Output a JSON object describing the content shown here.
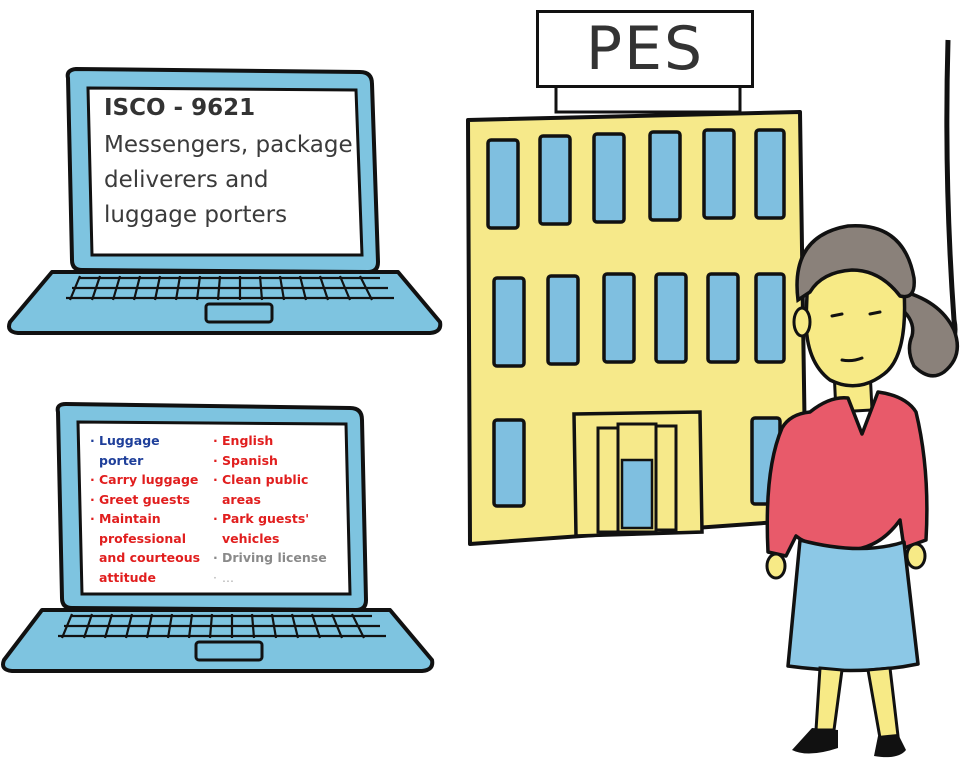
{
  "building": {
    "sign": "PES"
  },
  "laptop_top": {
    "code": "ISCO - 9621",
    "title": "Messengers, package deliverers and luggage porters"
  },
  "laptop_bottom": {
    "col1": [
      {
        "text": "Luggage porter",
        "color": "#1f3f9a"
      },
      {
        "text": "Carry luggage",
        "color": "#e11e1e"
      },
      {
        "text": "Greet guests",
        "color": "#e11e1e"
      },
      {
        "text": "Maintain professional and courteous attitude",
        "color": "#e11e1e"
      }
    ],
    "col2": [
      {
        "text": "English",
        "color": "#e11e1e"
      },
      {
        "text": "Spanish",
        "color": "#e11e1e"
      },
      {
        "text": "Clean public areas",
        "color": "#e11e1e"
      },
      {
        "text": "Park guests' vehicles",
        "color": "#e11e1e"
      },
      {
        "text": "Driving license",
        "color": "#8a8a8a"
      },
      {
        "text": "...",
        "color": "#b0b0b0"
      }
    ]
  },
  "colors": {
    "laptop_blue": "#7ec4e0",
    "building_yellow": "#f6e98a",
    "window_blue": "#7fbfe0",
    "shirt_red": "#e85a6a",
    "skirt_blue": "#8cc8e6",
    "skin": "#f7ea86",
    "hair": "#8a817a"
  }
}
